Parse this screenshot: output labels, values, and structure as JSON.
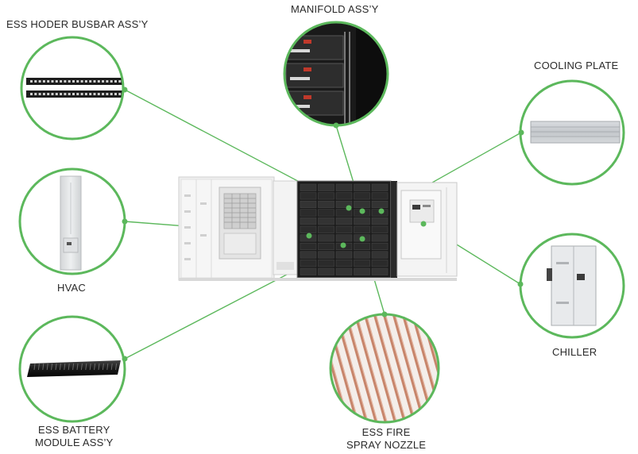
{
  "labels": {
    "busbar": "ESS HODER BUSBAR ASS’Y",
    "manifold": "MANIFOLD ASS’Y",
    "cooling_plate": "COOLING PLATE",
    "hvac": "HVAC",
    "chiller": "CHILLER",
    "battery_line1": "ESS BATTERY",
    "battery_line2": "MODULE ASS’Y",
    "fire_line1": "ESS FIRE",
    "fire_line2": "SPRAY NOZZLE"
  },
  "colors": {
    "accent": "#5cb85c",
    "ring": "#5cb85c",
    "container_body": "#f2f2f2",
    "battery_racks": "#1e1e1e"
  }
}
